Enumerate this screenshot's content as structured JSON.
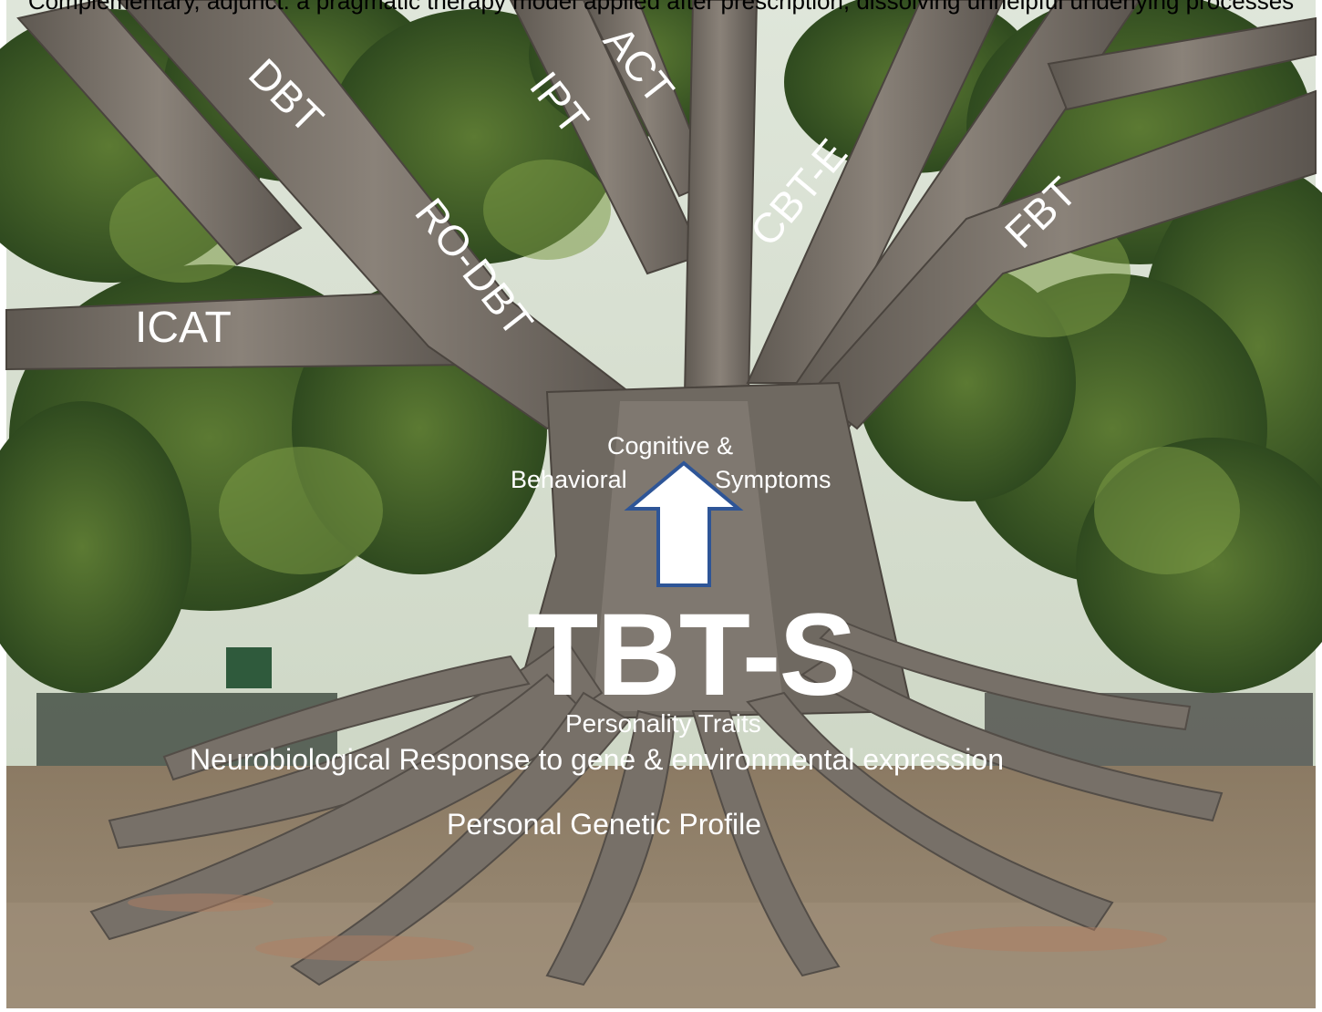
{
  "top_caption": "Complementary, adjunct: a pragmatic therapy model applied after prescription, dissolving unhelpful underlying processes",
  "central_label": "TBT-S",
  "branch_labels": {
    "dbt": "DBT",
    "ipt": "IPT",
    "act": "ACT",
    "ro_dbt": "RO-DBT",
    "cbt_e": "CBT-E",
    "fbt": "FBT",
    "icat": "ICAT"
  },
  "trunk_labels": {
    "line1": "Cognitive &",
    "behavioral": "Behavioral",
    "symptoms": "Symptoms"
  },
  "root_labels": {
    "personality": "Personality Traits",
    "neuro": "Neurobiological Response to gene & environmental expression",
    "genetic": "Personal Genetic Profile"
  },
  "colors": {
    "arrow_fill": "#ffffff",
    "arrow_stroke": "#2e5597",
    "label": "#ffffff"
  },
  "icons": {
    "arrow": "up-arrow-icon"
  }
}
